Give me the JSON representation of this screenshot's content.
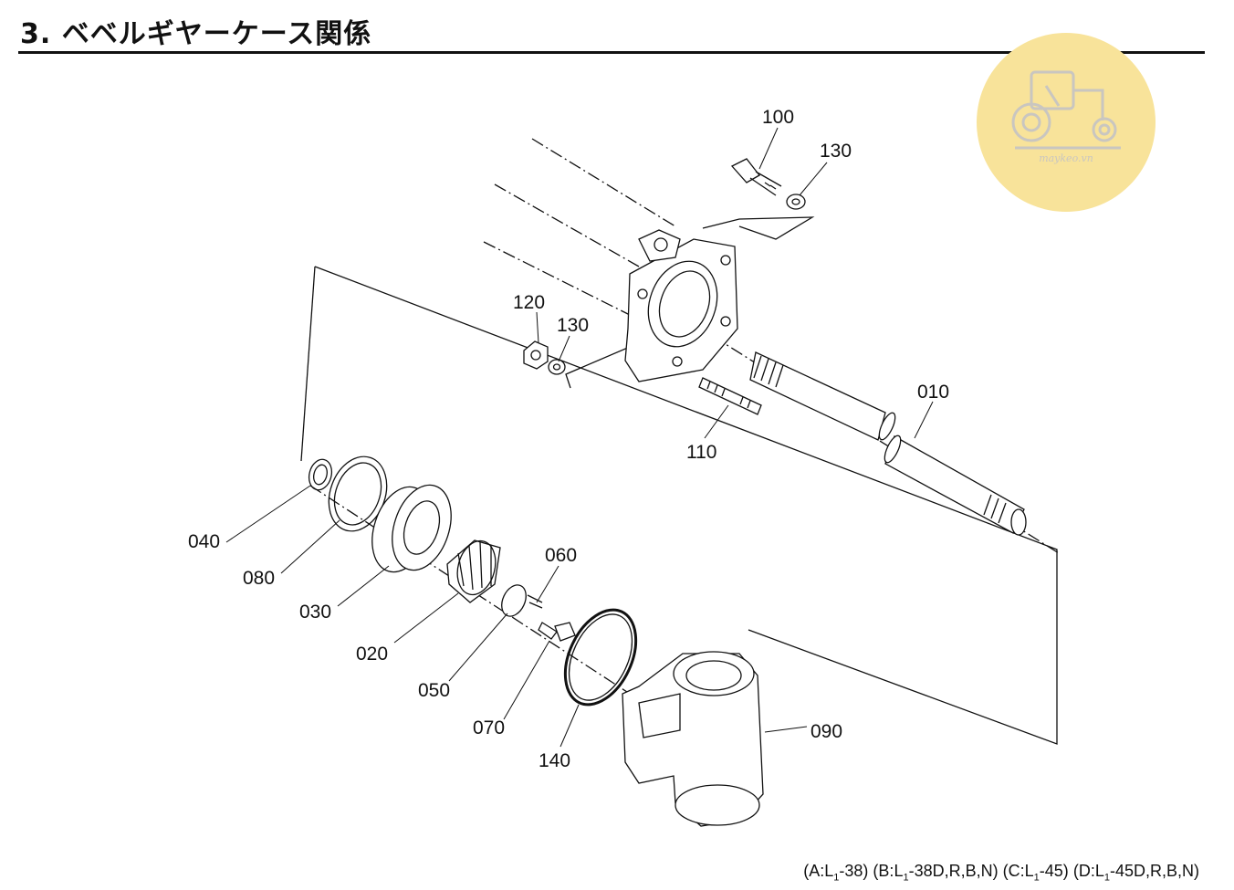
{
  "title": "3. ベベルギヤーケース関係",
  "parts": [
    {
      "id": "010"
    },
    {
      "id": "020"
    },
    {
      "id": "030"
    },
    {
      "id": "040"
    },
    {
      "id": "050"
    },
    {
      "id": "060"
    },
    {
      "id": "070"
    },
    {
      "id": "080"
    },
    {
      "id": "090"
    },
    {
      "id": "100"
    },
    {
      "id": "110"
    },
    {
      "id": "120"
    },
    {
      "id": "130"
    },
    {
      "id": "130"
    },
    {
      "id": "140"
    }
  ],
  "footer": [
    {
      "key": "A",
      "model": "L",
      "sub": "1",
      "suffix": "-38"
    },
    {
      "key": "B",
      "model": "L",
      "sub": "1",
      "suffix": "-38D,R,B,N"
    },
    {
      "key": "C",
      "model": "L",
      "sub": "1",
      "suffix": "-45"
    },
    {
      "key": "D",
      "model": "L",
      "sub": "1",
      "suffix": "-45D,R,B,N"
    }
  ],
  "watermark": {
    "text": "maykeo.vn",
    "icon": "tractor-icon",
    "color": "#f8e39a"
  }
}
